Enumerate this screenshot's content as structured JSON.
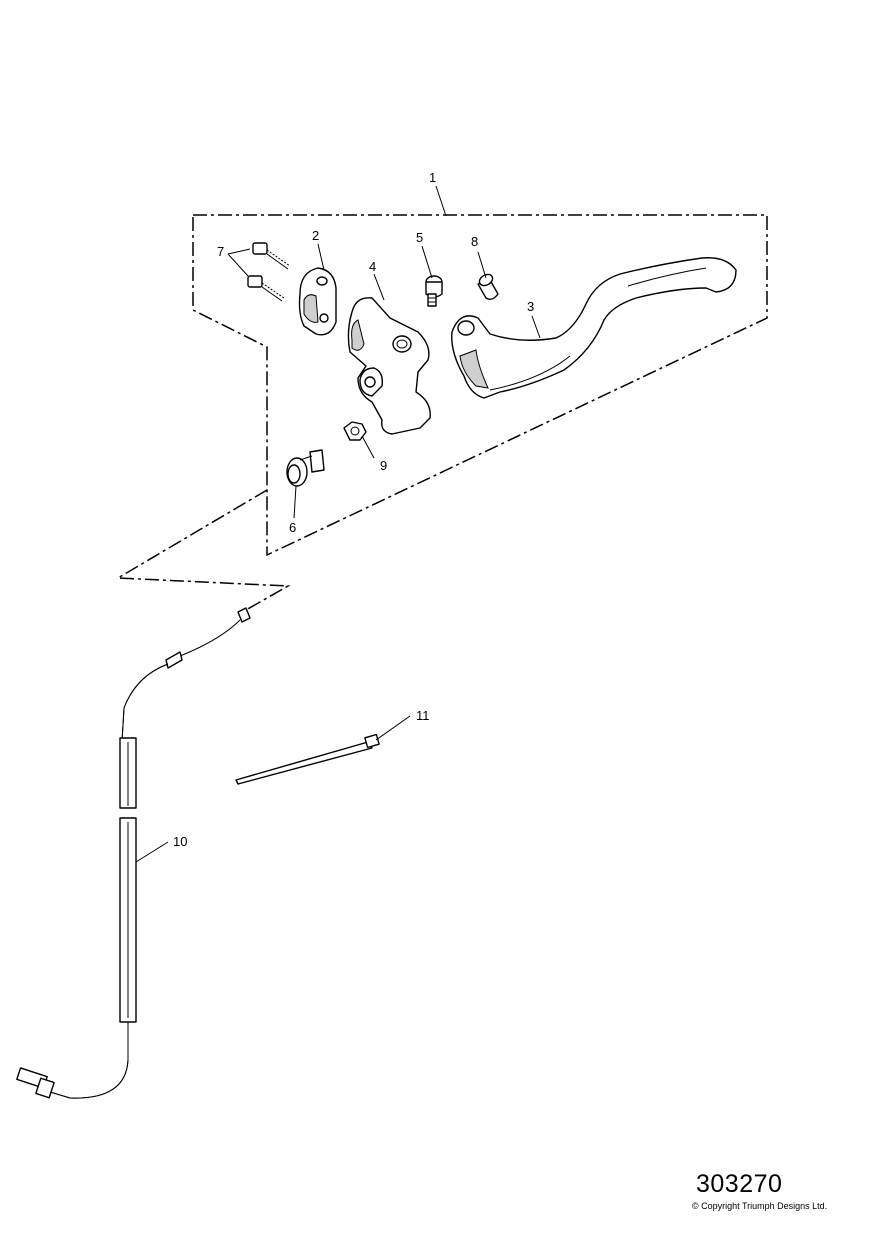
{
  "diagram": {
    "callouts": [
      {
        "id": "c1",
        "label": "1"
      },
      {
        "id": "c2",
        "label": "2"
      },
      {
        "id": "c3",
        "label": "3"
      },
      {
        "id": "c4",
        "label": "4"
      },
      {
        "id": "c5",
        "label": "5"
      },
      {
        "id": "c6",
        "label": "6"
      },
      {
        "id": "c7",
        "label": "7"
      },
      {
        "id": "c8",
        "label": "8"
      },
      {
        "id": "c9",
        "label": "9"
      },
      {
        "id": "c10",
        "label": "10"
      },
      {
        "id": "c11",
        "label": "11"
      }
    ]
  },
  "footer": {
    "part_number": "303270",
    "copyright": "© Copyright Triumph Designs Ltd."
  }
}
